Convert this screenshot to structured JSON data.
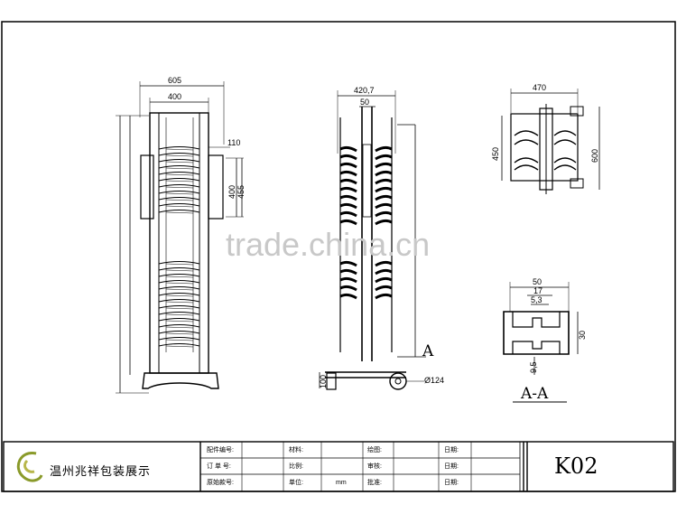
{
  "front_view": {
    "dims": {
      "width_total": "605",
      "width_inner": "400",
      "side": "110",
      "h1": "400",
      "h2": "455"
    }
  },
  "side_view": {
    "dims": {
      "width": "420,7",
      "mid": "50",
      "wheel": "Ø124",
      "foot": "100"
    },
    "section_mark": "A"
  },
  "top_view": {
    "dims": {
      "width": "470",
      "depth": "450",
      "depth_outer": "600"
    }
  },
  "section_view": {
    "dims": {
      "outer": "50",
      "inner": "17",
      "slot": "5,3",
      "height": "30",
      "gap": "9,5"
    },
    "label": "A-A"
  },
  "watermark": "trade.china.cn",
  "title_block": {
    "company": "温州兆祥包装展示",
    "code": "K02",
    "cells": {
      "r1c1": "配件编号:",
      "r1c2": "材料:",
      "r1c3": "绘图:",
      "r1c4": "日期:",
      "r2c1": "订 单 号:",
      "r2c2": "比例:",
      "r2c3": "审核:",
      "r2c4": "日期:",
      "r3c1": "原始款号:",
      "r3c2": "单位:",
      "r3c2v": "mm",
      "r3c3": "批准:",
      "r3c4": "日期:"
    }
  }
}
